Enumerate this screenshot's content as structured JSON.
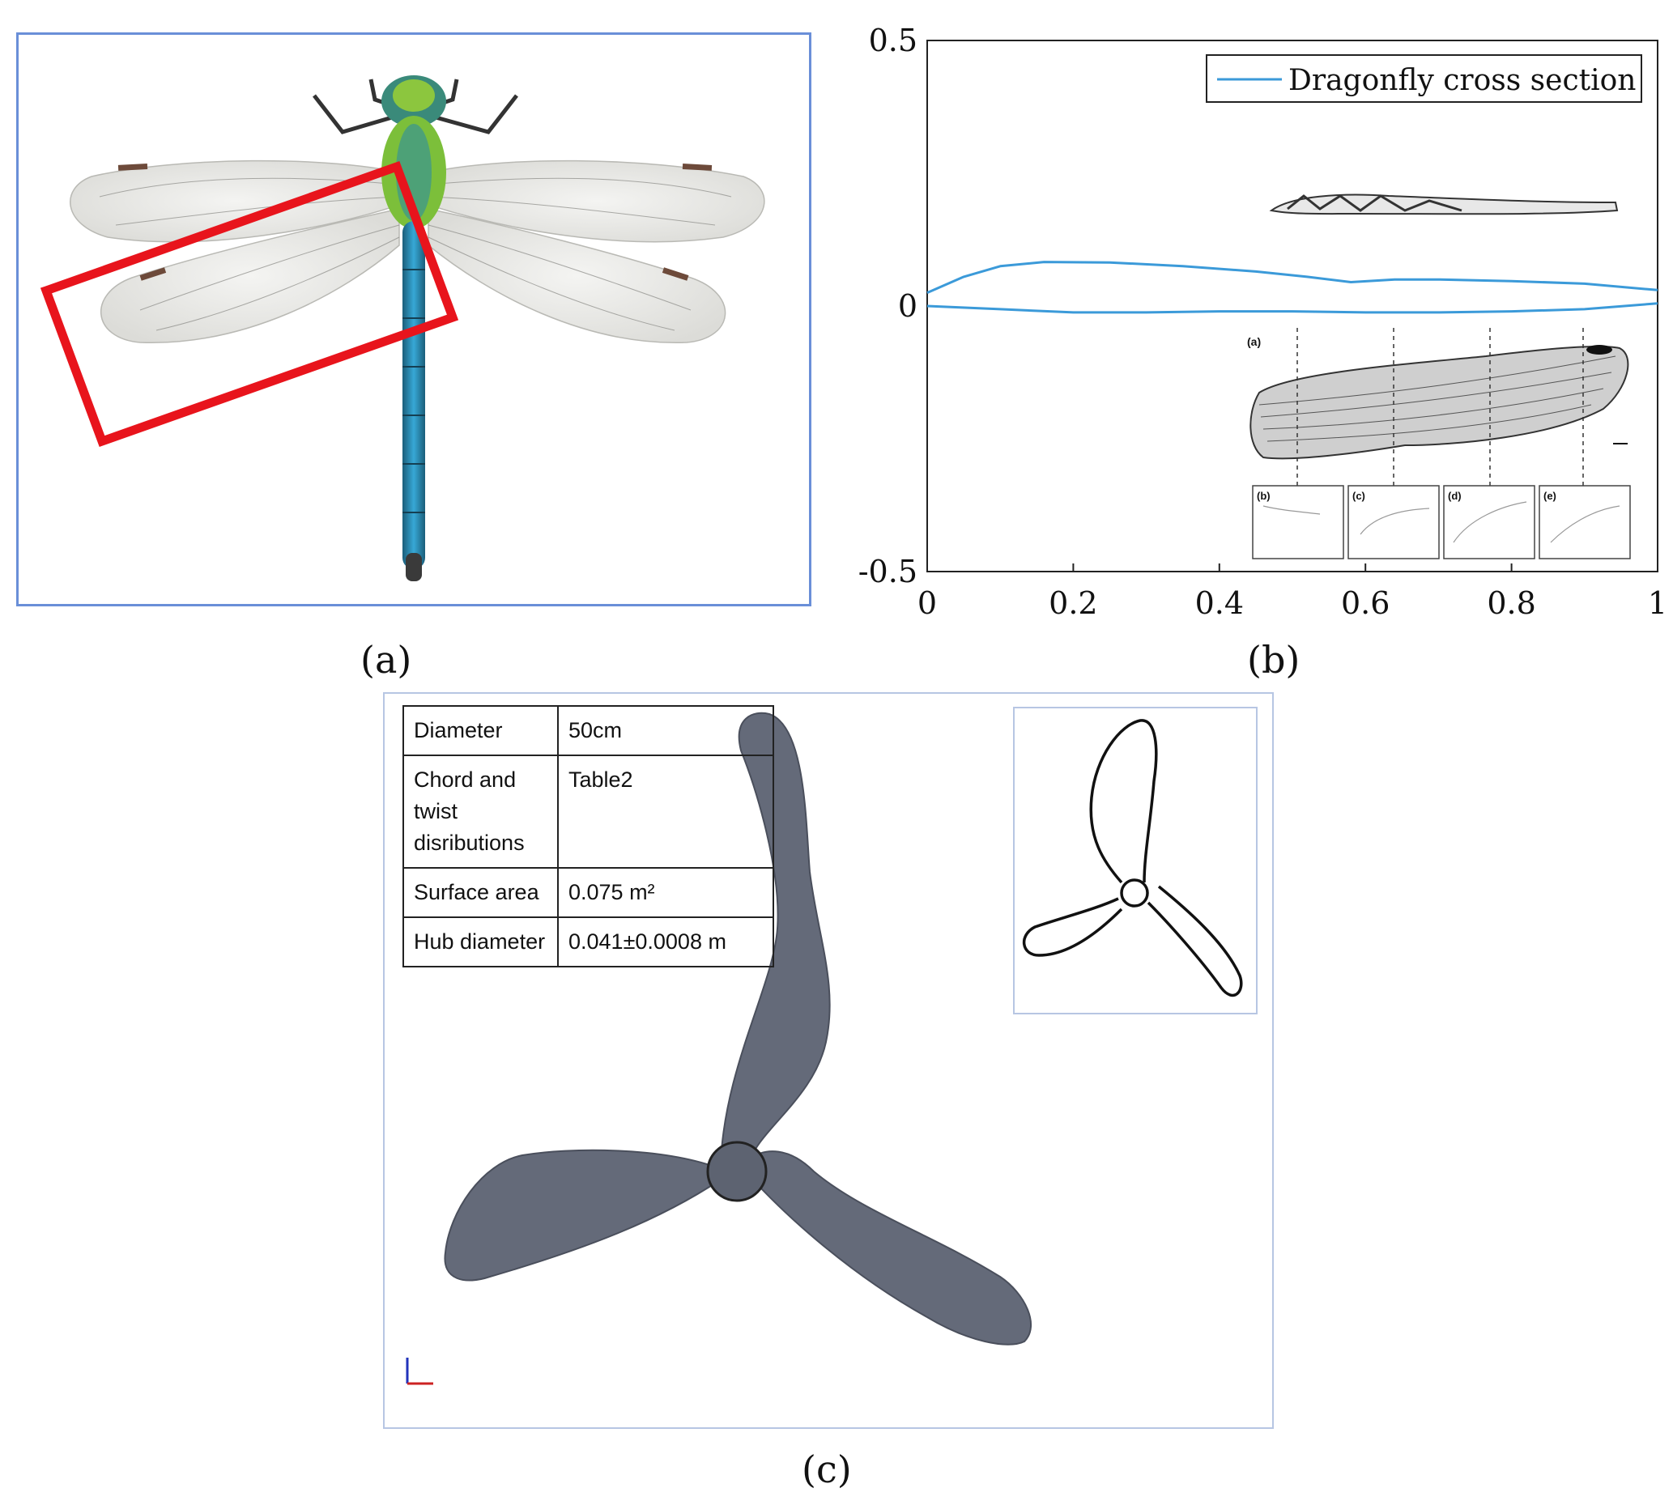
{
  "captions": {
    "a": "(a)",
    "b": "(b)",
    "c": "(c)"
  },
  "panel_a": {
    "image": "dragonfly-top-view",
    "highlight_color": "#e8141c",
    "frame_color": "#6a8fd8"
  },
  "chart_data": {
    "type": "line",
    "xlim": [
      0,
      1
    ],
    "ylim": [
      -0.5,
      0.5
    ],
    "xticks": [
      "0",
      "0.2",
      "0.4",
      "0.6",
      "0.8",
      "1"
    ],
    "yticks": [
      "0.5",
      "0",
      "-0.5"
    ],
    "xtick_values": [
      0,
      0.2,
      0.4,
      0.6,
      0.8,
      1
    ],
    "ytick_values": [
      0.5,
      0,
      -0.5
    ],
    "grid": false,
    "legend_position": "top-right",
    "series": [
      {
        "name": "Dragonfly cross section",
        "color": "#3b9ad9",
        "upper": {
          "x": [
            0,
            0.05,
            0.1,
            0.16,
            0.25,
            0.35,
            0.45,
            0.52,
            0.58,
            0.64,
            0.7,
            0.8,
            0.9,
            1.0
          ],
          "y": [
            0.025,
            0.055,
            0.075,
            0.083,
            0.082,
            0.075,
            0.065,
            0.055,
            0.045,
            0.05,
            0.05,
            0.047,
            0.042,
            0.03
          ]
        },
        "lower": {
          "x": [
            0,
            0.1,
            0.2,
            0.3,
            0.4,
            0.5,
            0.6,
            0.7,
            0.8,
            0.9,
            1.0
          ],
          "y": [
            0,
            -0.006,
            -0.012,
            -0.012,
            -0.01,
            -0.01,
            -0.012,
            -0.012,
            -0.01,
            -0.006,
            0.005
          ]
        }
      }
    ],
    "inset_labels": [
      "(a)",
      "(b)",
      "(c)",
      "(d)",
      "(e)"
    ]
  },
  "panel_c": {
    "table": [
      {
        "key": "Diameter",
        "value": "50cm"
      },
      {
        "key": "Chord and twist disributions",
        "value": "Table2"
      },
      {
        "key": "Surface area",
        "value": "0.075 m²"
      },
      {
        "key": "Hub diameter",
        "value": "0.041±0.0008 m"
      }
    ],
    "blade_color": "#646a79",
    "inset": "propeller-outline-sketch"
  }
}
